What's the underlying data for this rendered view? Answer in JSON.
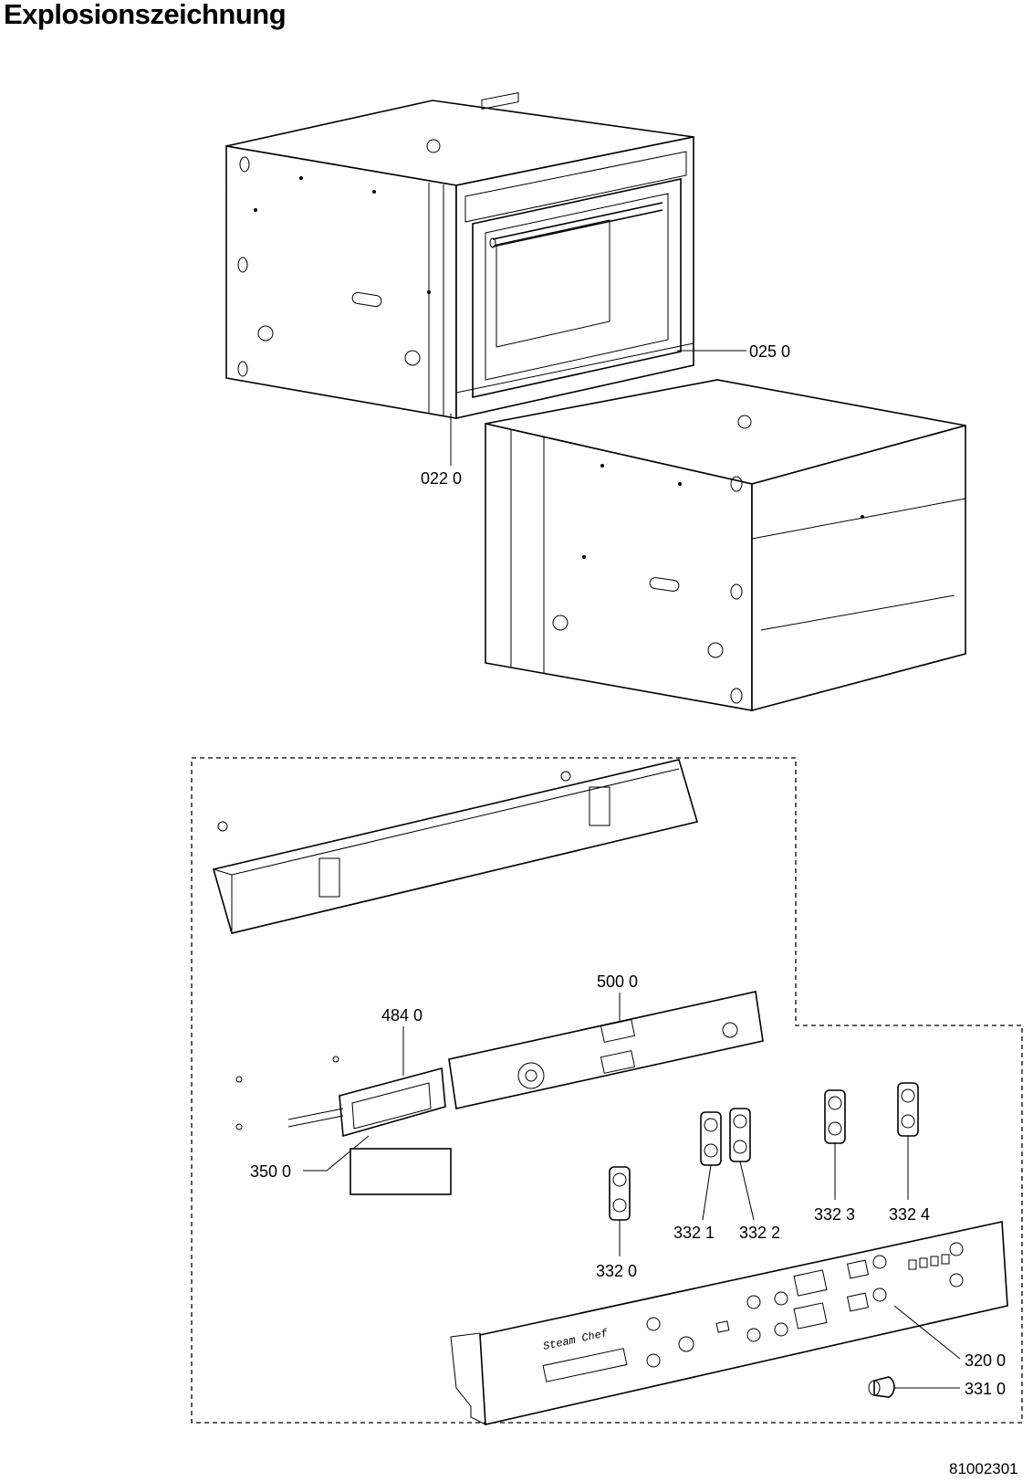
{
  "title": "Explosionszeichnung",
  "document_number": "81002301",
  "part_labels": {
    "p0250": "025 0",
    "p0220": "022 0",
    "p5000": "500 0",
    "p4840": "484 0",
    "p3500": "350 0",
    "p3320": "332 0",
    "p3321": "332 1",
    "p3322": "332 2",
    "p3323": "332 3",
    "p3324": "332 4",
    "p3200": "320 0",
    "p3310": "331 0"
  },
  "panel_brand_text": "Steam Chef"
}
